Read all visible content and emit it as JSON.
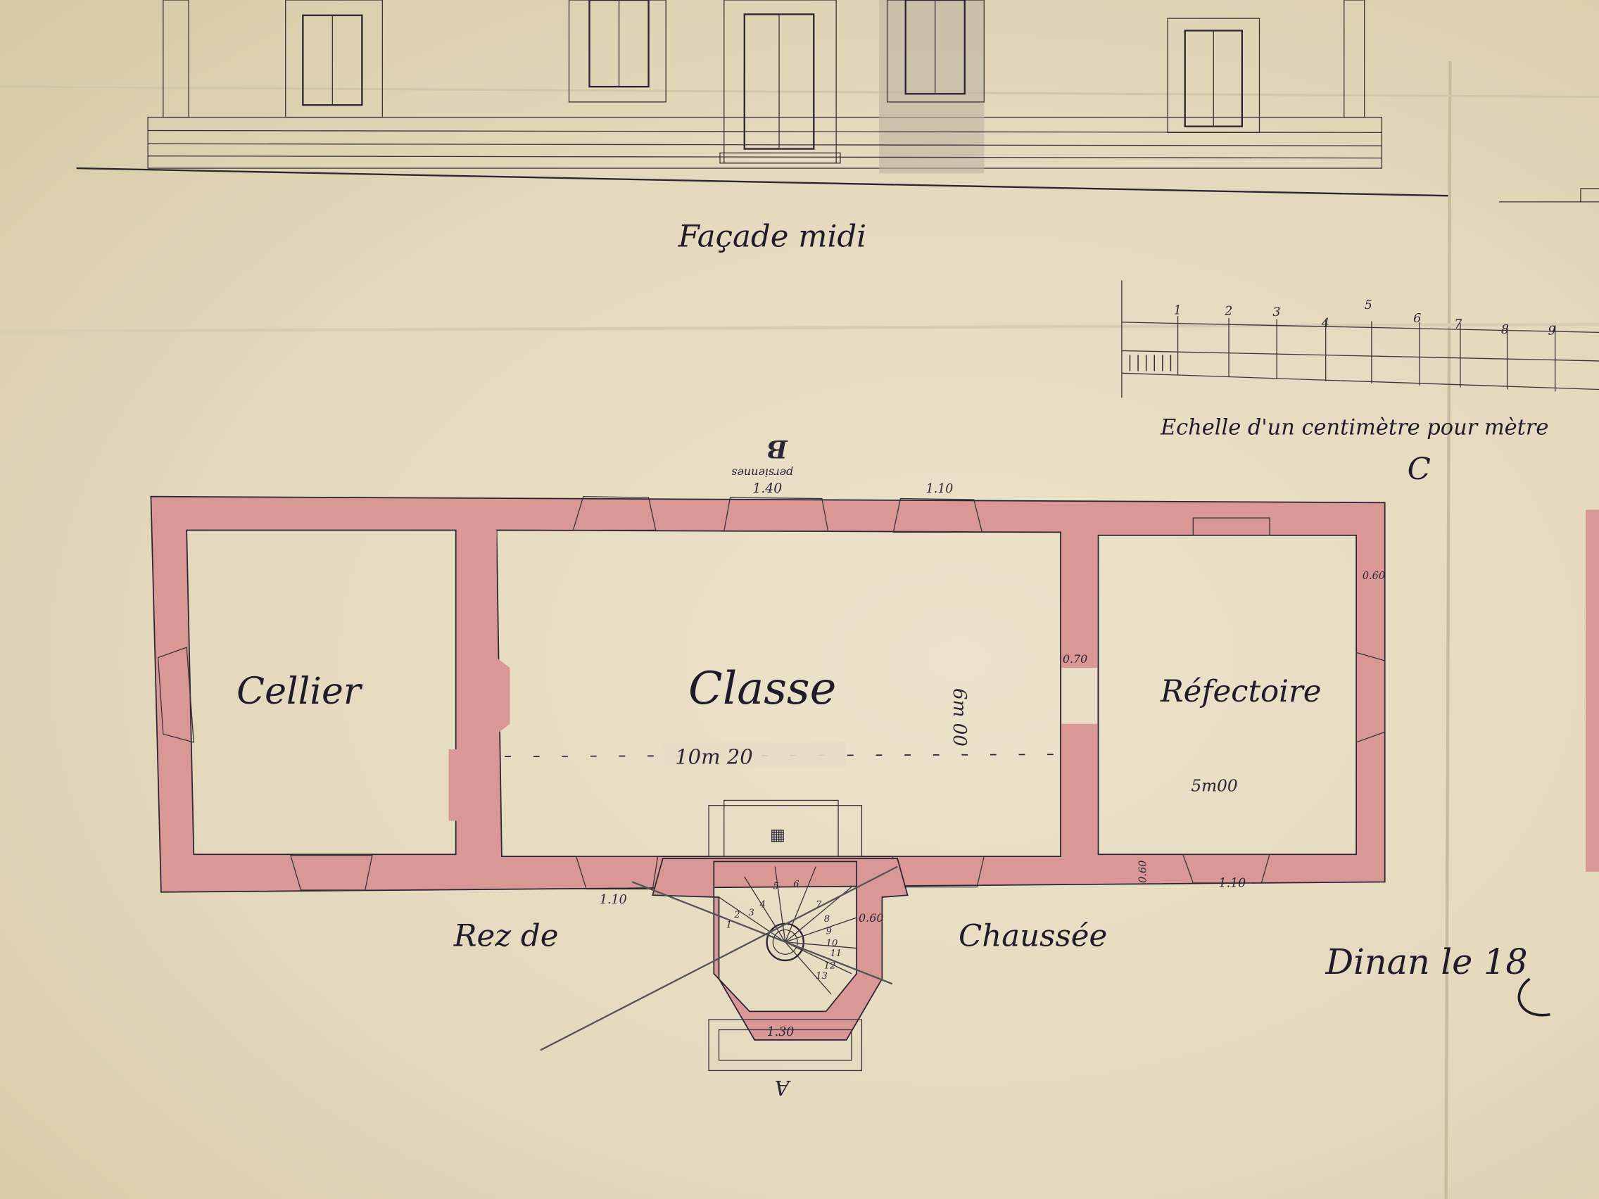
{
  "facade": {
    "title": "Façade midi"
  },
  "scale_bar": {
    "ticks": [
      "1",
      "2",
      "3",
      "4",
      "5",
      "6",
      "7",
      "8",
      "9"
    ],
    "caption": "Echelle d'un centimètre pour mètre"
  },
  "plan": {
    "title_left": "Rez de",
    "title_right": "Chaussée",
    "rooms": {
      "cellier": "Cellier",
      "classe": "Classe",
      "refectoire": "Réfectoire"
    },
    "section_marks": {
      "top": "B",
      "bottom": "A",
      "right": "C"
    },
    "dimensions": {
      "window_top_1": "1.40",
      "window_top_1_note": "persiennes",
      "window_top_2": "1.10",
      "classe_length": "10m 20",
      "classe_width": "6m 00",
      "refectoire_width": "5m00",
      "wall_070": "0.70",
      "wall_060_right": "0.60",
      "wall_060_bottom": "0.60",
      "window_bottom_left": "1.10",
      "window_bottom_right": "1.10",
      "stair_060": "0.60",
      "stair_base": "1.30",
      "stair_steps": [
        "1",
        "2",
        "3",
        "4",
        "5",
        "6",
        "7",
        "8",
        "9",
        "10",
        "11",
        "12",
        "13"
      ]
    }
  },
  "signature": {
    "place_date": "Dinan le 18"
  },
  "colors": {
    "paper": "#e6dcc2",
    "wall_wash": "#d99896",
    "ink": "#2a2530"
  }
}
